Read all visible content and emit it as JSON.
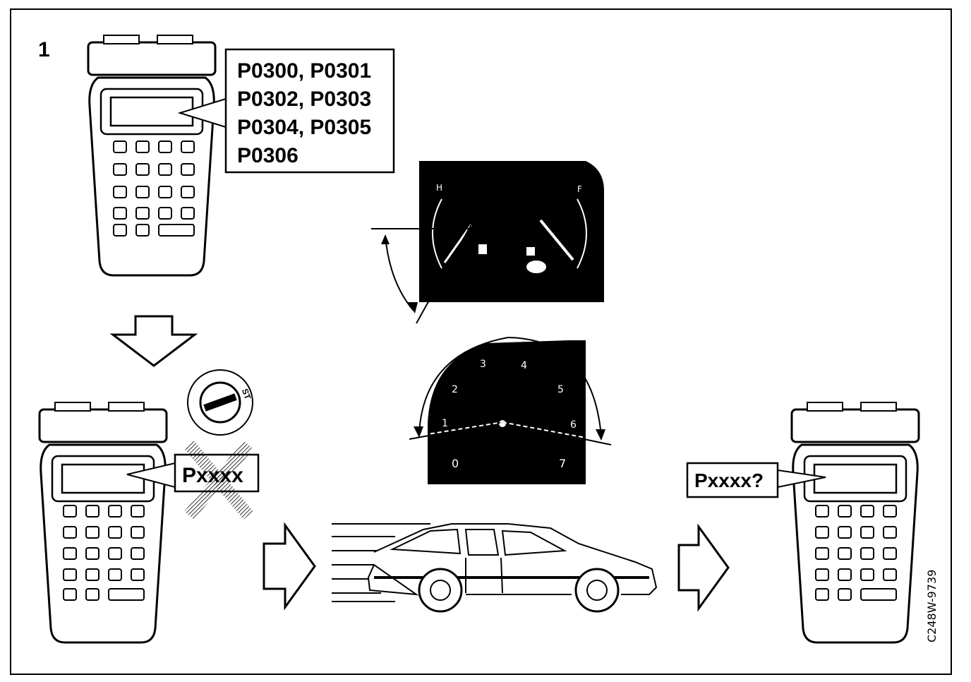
{
  "figure": {
    "step_number": "1",
    "code_box": {
      "lines": [
        "P0300, P0301",
        "P0302, P0303",
        "P0304, P0305",
        "P0306"
      ]
    },
    "crossed_code": "Pxxxx",
    "question_code": "Pxxxx?",
    "ignition_label": "ST",
    "figure_id": "C248W-9739",
    "tach_numbers": [
      "0",
      "1",
      "2",
      "3",
      "4",
      "5",
      "6",
      "7"
    ]
  },
  "colors": {
    "ink": "#000000",
    "paper": "#ffffff",
    "cross": "#555555"
  }
}
